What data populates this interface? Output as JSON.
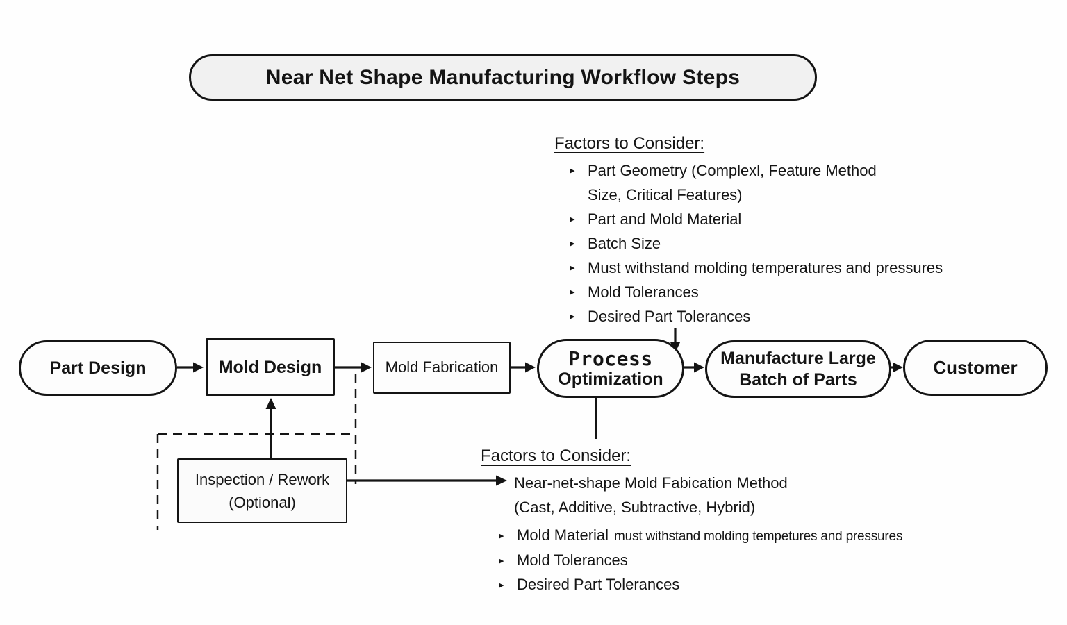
{
  "title": "Near Net Shape Manufacturing Workflow Steps",
  "glyphs": {
    "bullet": "▸"
  },
  "flow": {
    "part_design": "Part Design",
    "mold_design": "Mold Design",
    "mold_fabrication": "Mold Fabrication",
    "process_line1": "Process",
    "process_line2": "Optimization",
    "manufacture": "Manufacture Large\nBatch of Parts",
    "customer": "Customer",
    "inspection": "Inspection / Rework\n(Optional)"
  },
  "factors_top": {
    "heading": "Factors to Consider:",
    "items": [
      "Part Geometry (Complexl, Feature Method\nSize, Critical Features)",
      "Part and Mold Material",
      "Batch Size",
      "Must withstand molding temperatures and pressures",
      "Mold Tolerances",
      "Desired Part Tolerances"
    ]
  },
  "factors_bottom": {
    "heading": "Factors to Consider:",
    "arrow_item": "Near-net-shape Mold Fabication Method\n(Cast, Additive, Subtractive, Hybrid)",
    "mold_material_lead": "Mold Material",
    "mold_material_rest": "must withstand molding tempetures and pressures",
    "items": [
      "Mold Tolerances",
      "Desired Part Tolerances"
    ]
  },
  "colors": {
    "ink": "#141414",
    "title_fill": "#f1f1f1",
    "shape_fill": "#fdfdfd",
    "background": "#ffffff"
  }
}
